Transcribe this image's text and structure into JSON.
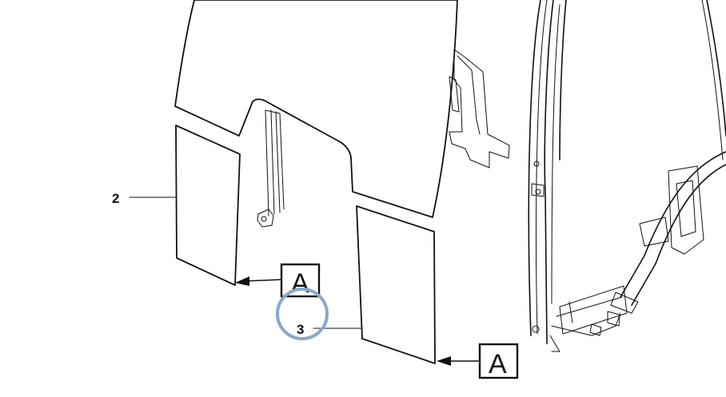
{
  "callouts": {
    "item_2": "2",
    "item_3": "3",
    "ref_a_1": "A",
    "ref_a_2": "A"
  },
  "colors": {
    "highlight_ring": "#8aa8cc",
    "line": "#111111"
  }
}
